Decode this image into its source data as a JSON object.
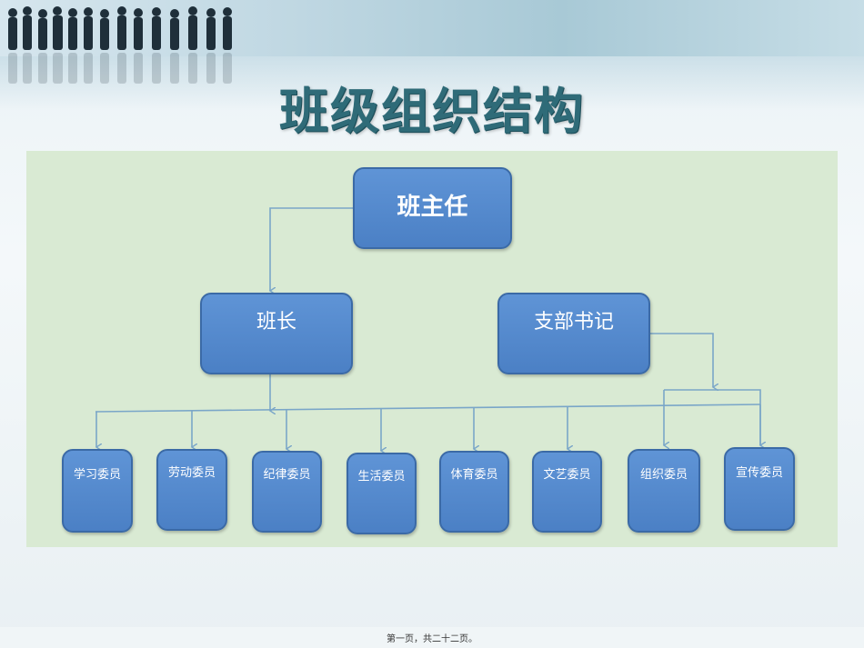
{
  "title": "班级组织结构",
  "org": {
    "root": "班主任",
    "level2": [
      "班长",
      "支部书记"
    ],
    "members": [
      "学习委员",
      "劳动委员",
      "纪律委员",
      "生活委员",
      "体育委员",
      "文艺委员",
      "组织委员",
      "宣传委员"
    ]
  },
  "footer": "第一页，共二十二页。",
  "colors": {
    "node_fill": "#4f86cb",
    "node_border": "#3b6aa6",
    "connector": "#7aa6c8",
    "panel": "#d9ead3",
    "title": "#2f6b78"
  }
}
